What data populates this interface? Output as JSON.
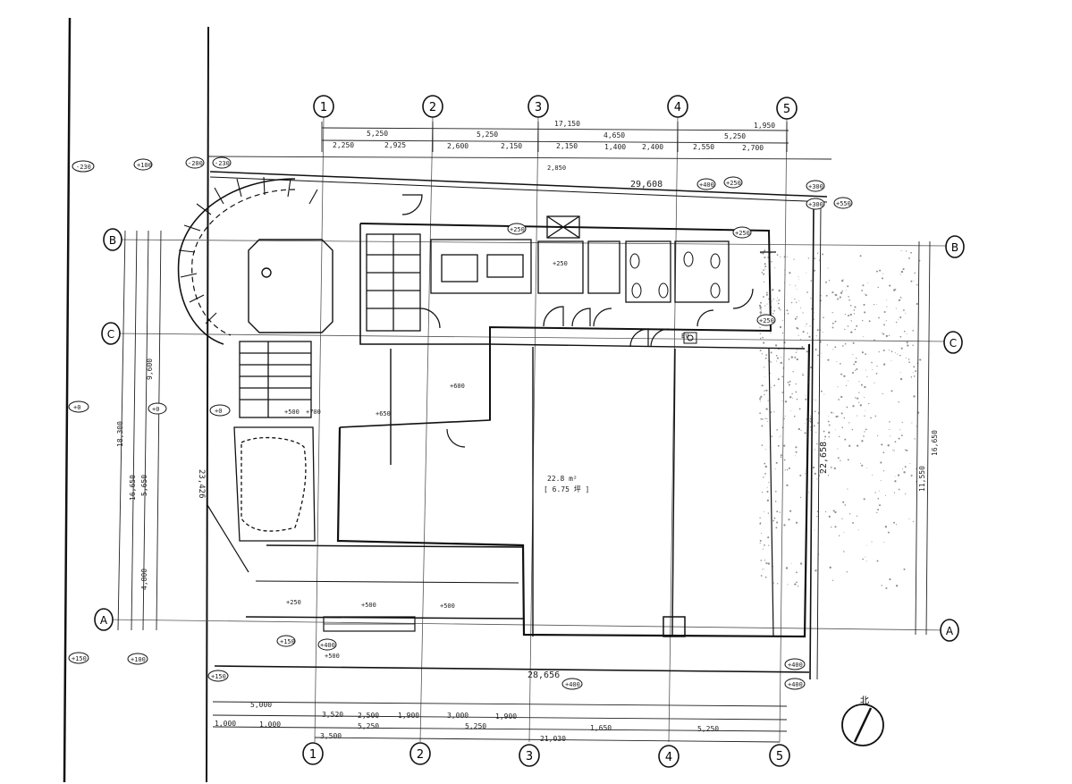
{
  "grid": {
    "columns": [
      "1",
      "2",
      "3",
      "4",
      "5"
    ],
    "rows": [
      "B",
      "C",
      "A"
    ]
  },
  "dimensions": {
    "top_overall": "17,150",
    "top_upper": [
      "5,250",
      "5,250",
      "4,650",
      "5,250",
      "1,950"
    ],
    "top_lower": [
      "2,250",
      "2,925",
      "2,600",
      "2,150",
      "2,150",
      "1,400",
      "2,400",
      "2,550",
      "2,700"
    ],
    "top_line": "29,608",
    "bottom_line": "28,656",
    "bottom_upper": [
      "5,000",
      "3,520",
      "2,500",
      "1,900",
      "3,000",
      "1,900"
    ],
    "bottom_mid": [
      "1,000",
      "1,000",
      "5,250",
      "5,250",
      "1,650",
      "5,250"
    ],
    "bottom_overall": "21,030",
    "bottom_label": "3,500",
    "left_vertical": [
      "18,300",
      "16,650",
      "5,650",
      "9,600",
      "4,800"
    ],
    "right_vertical": [
      "16,650",
      "11,550"
    ],
    "diagonal": "22,658",
    "left_diagonal": "23,426"
  },
  "levels": [
    "+0",
    "+250",
    "+300",
    "+400",
    "+500",
    "+550",
    "+600",
    "+650",
    "+700",
    "+150",
    "+100",
    "-200",
    "-230"
  ],
  "room_labels": {
    "main_hall": "22.8 m²",
    "main_hall_sub": "[ 6.75 坪 ]",
    "area_east": "2,850",
    "area_ec": "EV"
  },
  "north_arrow": {
    "label": "北"
  }
}
